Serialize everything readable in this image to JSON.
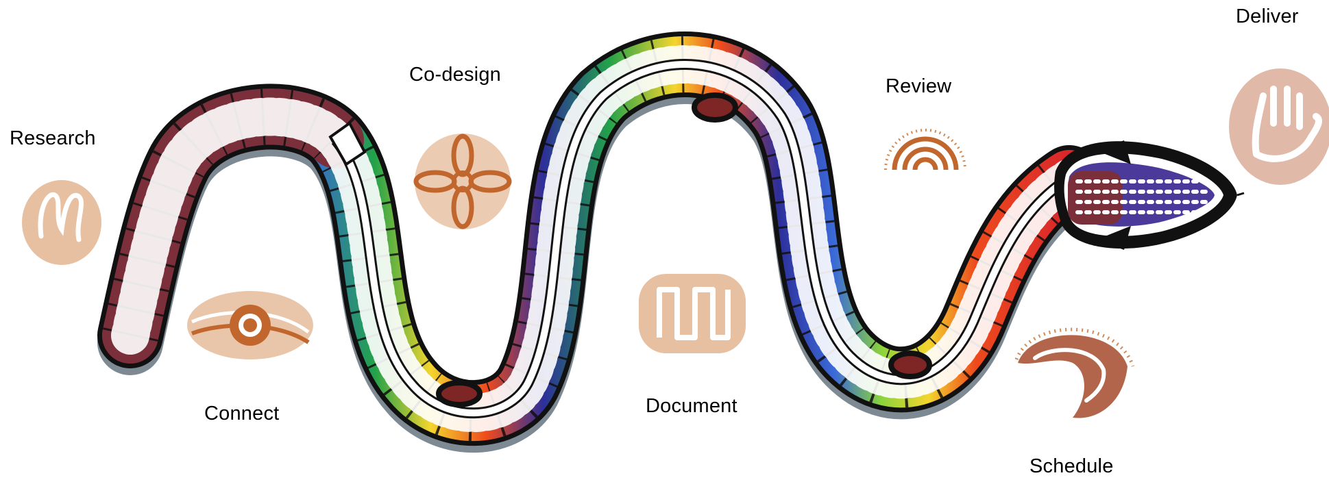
{
  "stages": {
    "research": "Research",
    "codesign": "Co-design",
    "review": "Review",
    "deliver": "Deliver",
    "connect": "Connect",
    "document": "Document",
    "schedule": "Schedule"
  },
  "colors": {
    "background": "#ffffff",
    "ochre": "#c1662c",
    "ochre_light": "#d38b54",
    "maroon": "#7a2f3a",
    "outline": "#111111",
    "shadow": "#7d8a93",
    "spectrum": [
      "#2d2f9a",
      "#3b6ad8",
      "#22a24a",
      "#8bd43b",
      "#f4d52e",
      "#f7a21f",
      "#ee4a1d",
      "#d8262b"
    ]
  },
  "icons": [
    "hands-icon",
    "eye-icon",
    "flower-icon",
    "bars-icon",
    "rainbow-icon",
    "crescent-icon",
    "hand-print-icon"
  ]
}
